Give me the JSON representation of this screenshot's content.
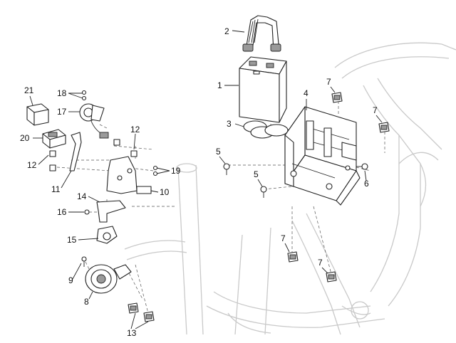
{
  "diagram": {
    "callouts": [
      {
        "id": "c1",
        "text": "1"
      },
      {
        "id": "c2",
        "text": "2"
      },
      {
        "id": "c3",
        "text": "3"
      },
      {
        "id": "c4",
        "text": "4"
      },
      {
        "id": "c5a",
        "text": "5"
      },
      {
        "id": "c5b",
        "text": "5"
      },
      {
        "id": "c6",
        "text": "6"
      },
      {
        "id": "c7a",
        "text": "7"
      },
      {
        "id": "c7b",
        "text": "7"
      },
      {
        "id": "c7c",
        "text": "7"
      },
      {
        "id": "c7d",
        "text": "7"
      },
      {
        "id": "c8",
        "text": "8"
      },
      {
        "id": "c9",
        "text": "9"
      },
      {
        "id": "c10",
        "text": "10"
      },
      {
        "id": "c11",
        "text": "11"
      },
      {
        "id": "c12a",
        "text": "12"
      },
      {
        "id": "c12b",
        "text": "12"
      },
      {
        "id": "c13",
        "text": "13"
      },
      {
        "id": "c14",
        "text": "14"
      },
      {
        "id": "c15",
        "text": "15"
      },
      {
        "id": "c16",
        "text": "16"
      },
      {
        "id": "c17",
        "text": "17"
      },
      {
        "id": "c18",
        "text": "18"
      },
      {
        "id": "c19",
        "text": "19"
      },
      {
        "id": "c20",
        "text": "20"
      },
      {
        "id": "c21",
        "text": "21"
      }
    ]
  }
}
